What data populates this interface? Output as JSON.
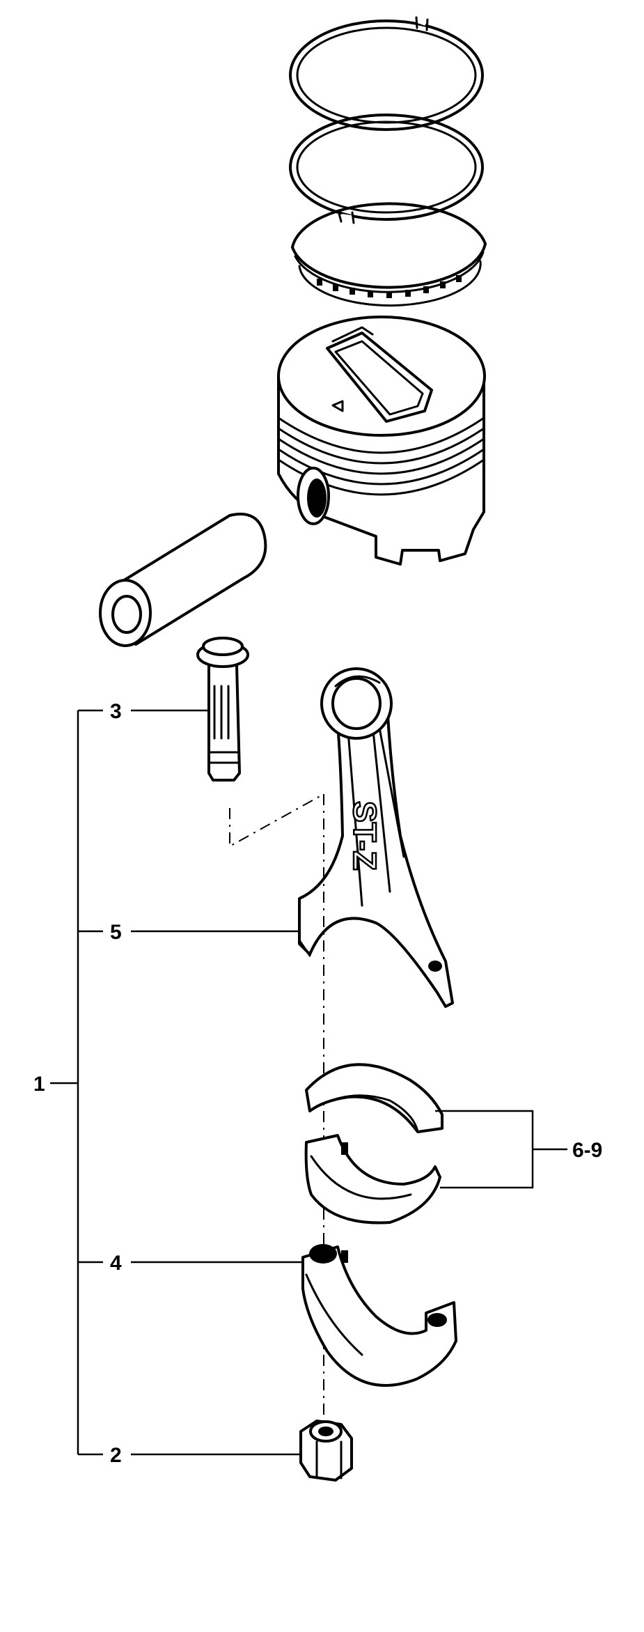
{
  "diagram": {
    "callouts": {
      "assembly": "1",
      "nut": "2",
      "bolt": "3",
      "cap": "4",
      "rod": "5",
      "bearings": "6-9"
    },
    "rod_marking": "ST-Z"
  }
}
